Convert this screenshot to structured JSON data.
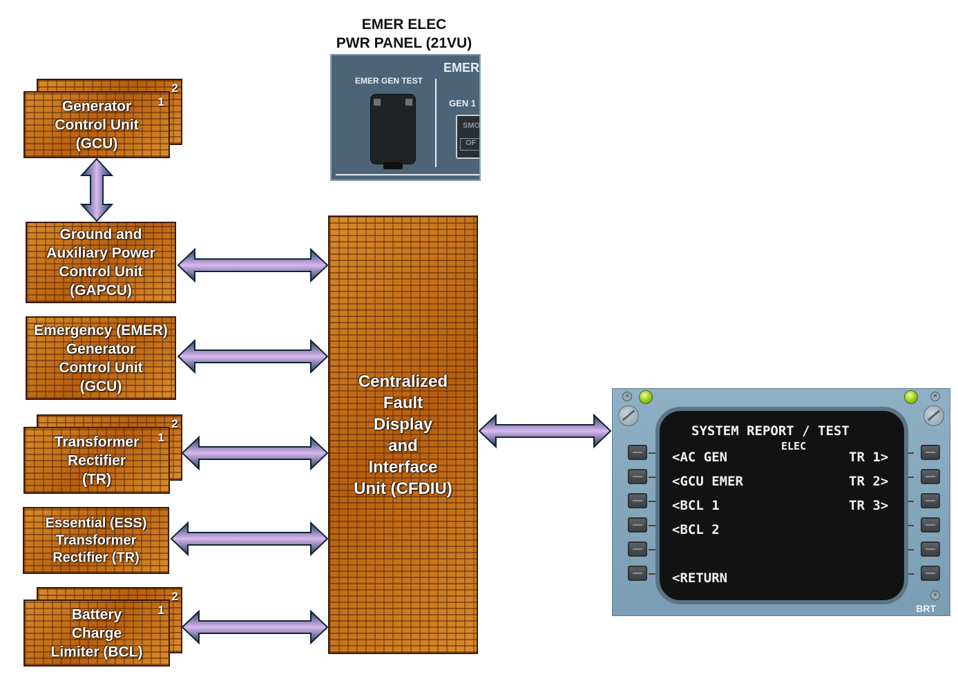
{
  "panel": {
    "title": "EMER ELEC\nPWR PANEL (21VU)",
    "emer_label": "EMER",
    "emer_gen_test_label": "EMER GEN TEST",
    "gen1_label": "GEN 1",
    "smo_label": "SMO",
    "of_label": "OF"
  },
  "units": {
    "gcu": {
      "label": "Generator\nControl Unit\n(GCU)",
      "num_back": "2",
      "num_front": "1"
    },
    "gapcu": {
      "label": "Ground and\nAuxiliary Power\nControl Unit\n(GAPCU)"
    },
    "emer_gcu": {
      "label": "Emergency (EMER)\nGenerator\nControl Unit\n(GCU)"
    },
    "tr": {
      "label": "Transformer\nRectifier\n(TR)",
      "num_back": "2",
      "num_front": "1"
    },
    "ess_tr": {
      "label": "Essential (ESS)\nTransformer\nRectifier (TR)"
    },
    "bcl": {
      "label": "Battery\nCharge\nLimiter (BCL)",
      "num_back": "2",
      "num_front": "1"
    },
    "cfdiu": {
      "label": "Centralized\nFault\nDisplay\nand\nInterface\nUnit (CFDIU)"
    }
  },
  "mcdu": {
    "title": "SYSTEM REPORT / TEST",
    "subtitle": "ELEC",
    "left": [
      "<AC GEN",
      "<GCU EMER",
      "<BCL 1",
      "<BCL 2",
      "",
      "<RETURN"
    ],
    "right": [
      "TR 1>",
      "TR 2>",
      "TR 3>",
      "",
      "",
      ""
    ],
    "brt_label": "BRT"
  },
  "colors": {
    "pcb": "#c8741c",
    "arrow_dark": "#1d3d5c",
    "arrow_light": "#d9b8f0",
    "mcdu_bezel": "#8fb0c4"
  }
}
